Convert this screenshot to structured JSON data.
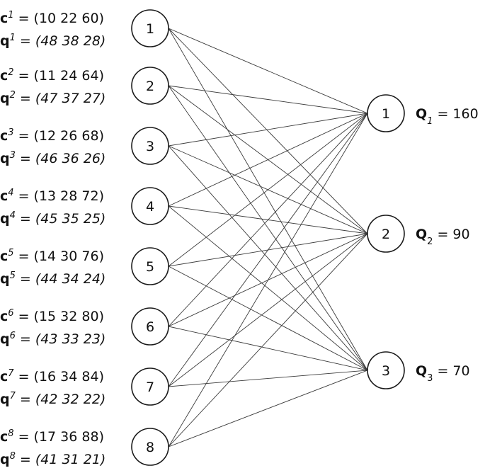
{
  "sources": [
    {
      "id": "1",
      "c_sup": "1",
      "c_vec": "(10 22 60)",
      "q_sup": "1",
      "q_vec": "(48 38 28)"
    },
    {
      "id": "2",
      "c_sup": "2",
      "c_vec": "(11 24 64)",
      "q_sup": "2",
      "q_vec": "(47 37 27)"
    },
    {
      "id": "3",
      "c_sup": "3",
      "c_vec": "(12 26 68)",
      "q_sup": "3",
      "q_vec": "(46 36 26)"
    },
    {
      "id": "4",
      "c_sup": "4",
      "c_vec": "(13 28 72)",
      "q_sup": "4",
      "q_vec": "(45 35 25)"
    },
    {
      "id": "5",
      "c_sup": "5",
      "c_vec": "(14 30 76)",
      "q_sup": "5",
      "q_vec": "(44 34 24)"
    },
    {
      "id": "6",
      "c_sup": "6",
      "c_vec": "(15 32 80)",
      "q_sup": "6",
      "q_vec": "(43 33 23)"
    },
    {
      "id": "7",
      "c_sup": "7",
      "c_vec": "(16 34 84)",
      "q_sup": "7",
      "q_vec": "(42 32 22)"
    },
    {
      "id": "8",
      "c_sup": "8",
      "c_vec": "(17 36 88)",
      "q_sup": "8",
      "q_vec": "(41 31 21)"
    }
  ],
  "destinations": [
    {
      "id": "1",
      "q_sub": "1",
      "value": "160",
      "sub_italic": true
    },
    {
      "id": "2",
      "q_sub": "2",
      "value": "90",
      "sub_italic": false
    },
    {
      "id": "3",
      "q_sub": "3",
      "value": "70",
      "sub_italic": false
    }
  ],
  "symbols": {
    "c": "c",
    "q": "q",
    "Q": "Q",
    "equals": " = "
  }
}
